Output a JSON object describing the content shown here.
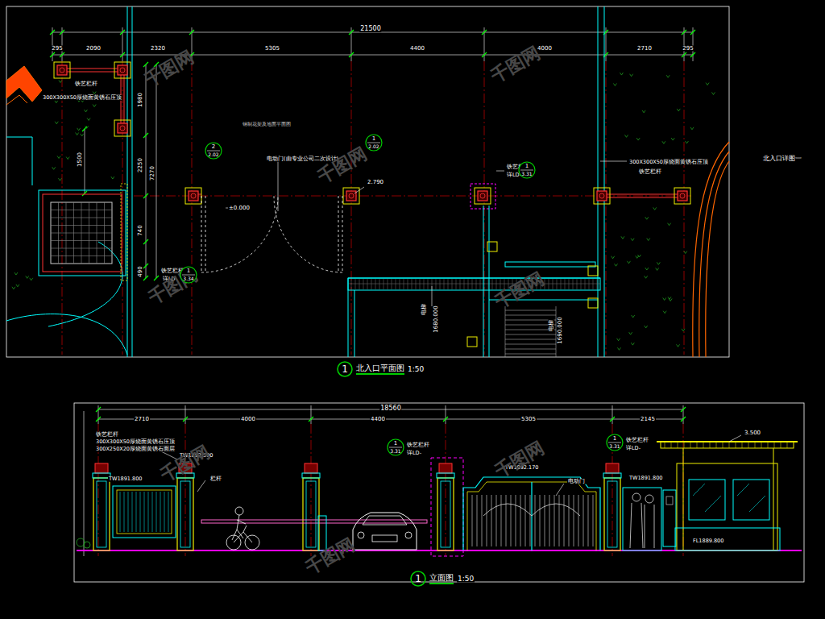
{
  "diagram": {
    "nodes": [
      {
        "text": [
          "1",
          "北入口平面图"
        ]
      },
      {
        "text": [
          "1",
          "立面图"
        ]
      },
      {
        "text": [
          "2",
          "2.02"
        ]
      },
      {
        "text": [
          "1",
          "2.02"
        ]
      },
      {
        "text": [
          "1",
          "3.31"
        ]
      },
      {
        "text": [
          "1",
          "3.34"
        ]
      },
      {
        "text": [
          "1",
          "3.31"
        ]
      },
      {
        "text": [
          "1",
          "3.31"
        ]
      }
    ],
    "labels": [
      "21500",
      "295",
      "2090",
      "2320",
      "5305",
      "4400",
      "4000",
      "2710",
      "295",
      "1980",
      "1500",
      "2250",
      "7270",
      "740",
      "490",
      "300X300X50厚烧面黄锈石压顶",
      "铁艺栏杆",
      "钢制花架及地面平面图",
      "电动门(由专业公司二次设计)",
      "±0.000",
      "2.790",
      "铁艺栏杆",
      "详LD-",
      "300X300X50厚烧面黄锈石压顶",
      "铁艺栏杆",
      "铁艺栏杆",
      "详LD-",
      "电梯",
      "1680.000",
      "电梯",
      "1690.000",
      "北入口详图一",
      "1:50",
      "18560",
      "2710",
      "4000",
      "4400",
      "5305",
      "2145",
      "铁艺栏杆",
      "300X300X50厚烧面黄锈石压顶",
      "300X250X20厚烧面黄锈石面层",
      "TW1892.590",
      "TW1891.800",
      "栏杆",
      "铁艺栏杆",
      "详LD-",
      "TW1892.170",
      "电动门",
      "铁艺栏杆",
      "详LD-",
      "TW1891.800",
      "3.500",
      "FL1889.800",
      "1:50",
      "千图网",
      "千图网",
      "千图网",
      "千图网",
      "千图网",
      "千图网",
      "千图网",
      "千图网"
    ]
  }
}
